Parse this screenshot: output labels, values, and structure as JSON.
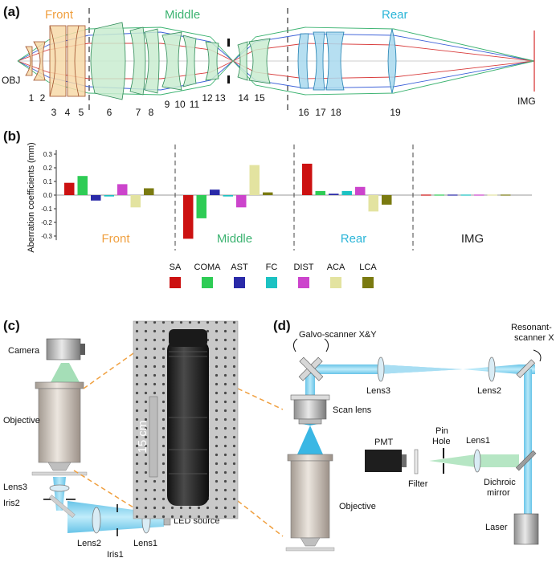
{
  "panel_a": {
    "label": "(a)",
    "sections": {
      "front": "Front",
      "middle": "Middle",
      "rear": "Rear"
    },
    "obj_label": "OBJ",
    "img_label": "IMG",
    "lens_numbers": [
      "1",
      "2",
      "3",
      "4",
      "5",
      "6",
      "7",
      "8",
      "9",
      "10",
      "11",
      "12",
      "13",
      "14",
      "15",
      "16",
      "17",
      "18",
      "19"
    ],
    "colors": {
      "front": "#f0a040",
      "middle": "#3cb371",
      "rear": "#2bb5d8"
    }
  },
  "panel_b": {
    "label": "(b)",
    "chart_data": {
      "type": "bar",
      "ylabel": "Aberration coefficients (mm)",
      "ylim": [
        -0.35,
        0.35
      ],
      "yticks": [
        "0.3",
        "0.2",
        "0.1",
        "0.0",
        "-0.1",
        "-0.2",
        "-0.3"
      ],
      "groups": [
        "Front",
        "Middle",
        "Rear",
        "IMG"
      ],
      "group_colors": [
        "#f0a040",
        "#3cb371",
        "#2bb5d8",
        "#222222"
      ],
      "series": [
        {
          "name": "SA",
          "color": "#cc1111",
          "values": [
            0.09,
            -0.32,
            0.23,
            0.0
          ]
        },
        {
          "name": "COMA",
          "color": "#2ecc55",
          "values": [
            0.14,
            -0.17,
            0.03,
            0.0
          ]
        },
        {
          "name": "AST",
          "color": "#2a2aa8",
          "values": [
            -0.04,
            0.04,
            0.01,
            0.0
          ]
        },
        {
          "name": "FC",
          "color": "#1cc2c2",
          "values": [
            -0.01,
            -0.01,
            0.03,
            0.0
          ]
        },
        {
          "name": "DIST",
          "color": "#cc44cc",
          "values": [
            0.08,
            -0.09,
            0.06,
            0.0
          ]
        },
        {
          "name": "ACA",
          "color": "#e3e3a0",
          "values": [
            -0.09,
            0.22,
            -0.12,
            0.0
          ]
        },
        {
          "name": "LCA",
          "color": "#7a7a10",
          "values": [
            0.05,
            0.02,
            -0.07,
            0.0
          ]
        }
      ]
    }
  },
  "panel_c": {
    "label": "(c)",
    "camera": "Camera",
    "objective": "Objective",
    "lens3": "Lens3",
    "iris2": "Iris2",
    "lens2": "Lens2",
    "lens1": "Lens1",
    "iris1": "Iris1",
    "led": "LED source",
    "scale": "15 cm"
  },
  "panel_d": {
    "label": "(d)",
    "galvo": "Galvo-scanner X&Y",
    "resonant": [
      "Resonant-",
      "scanner X"
    ],
    "lens3": "Lens3",
    "lens2": "Lens2",
    "scan_lens": "Scan lens",
    "objective": "Objective",
    "pmt": "PMT",
    "filter": "Filter",
    "pinhole": [
      "Pin",
      "Hole"
    ],
    "lens1": "Lens1",
    "dichroic": [
      "Dichroic",
      "mirror"
    ],
    "laser": "Laser"
  }
}
